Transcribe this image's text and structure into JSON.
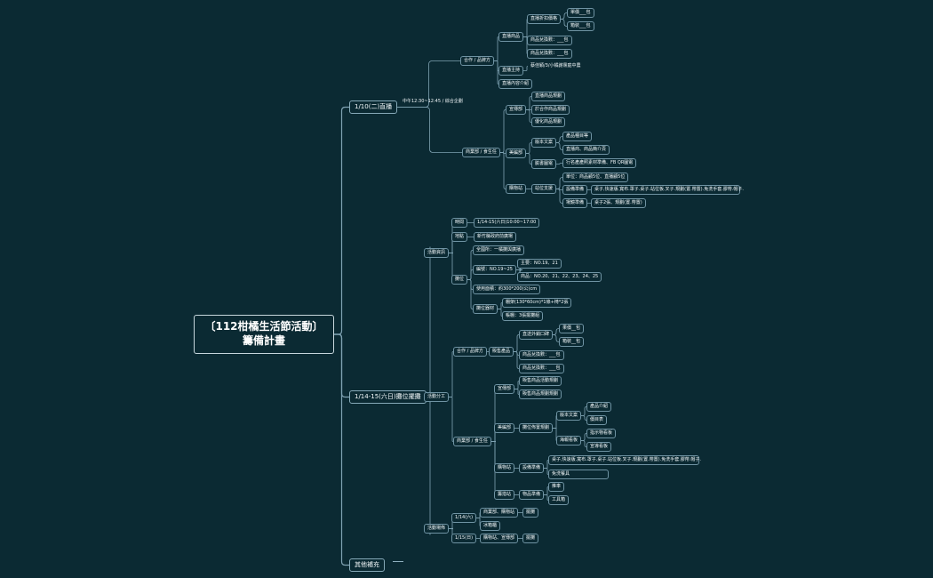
{
  "title": {
    "line1": "〔112柑橘生活節活動〕",
    "line2": "籌備計畫"
  },
  "nodes": [
    {
      "id": "s1",
      "text": "1/10(二)直播",
      "level": 1
    },
    {
      "id": "s1_time",
      "text": "中午12:30~12:45 / 綜合企劃",
      "plain": true
    },
    {
      "id": "n_owner1",
      "text": "合作 / 品牌方"
    },
    {
      "id": "n_live_prod",
      "text": "直播商品"
    },
    {
      "id": "n_price",
      "text": "直播折扣價格"
    },
    {
      "id": "n_p1",
      "text": "單價___包"
    },
    {
      "id": "n_p2",
      "text": "箱裝___包"
    },
    {
      "id": "n_qty",
      "text": "商品兌換數：___包"
    },
    {
      "id": "n_shipping",
      "text": "商品兌換數：___包"
    },
    {
      "id": "n_host",
      "text": "直播主持"
    },
    {
      "id": "n_host_v",
      "text": "蔡佳穎/3/小橘謝霈庭中農",
      "plain": true
    },
    {
      "id": "n_intro",
      "text": "直播內容介紹"
    },
    {
      "id": "n_dept1",
      "text": "商業部 / 食生任"
    },
    {
      "id": "n_wenxuan",
      "text": "宣傳部"
    },
    {
      "id": "n_w1",
      "text": "直播商品規劃"
    },
    {
      "id": "n_w2",
      "text": "於合作商品規劃"
    },
    {
      "id": "n_w3",
      "text": "優化商品規劃"
    },
    {
      "id": "n_fengmei",
      "text": "美編部"
    },
    {
      "id": "n_copy",
      "text": "版本文案"
    },
    {
      "id": "n_c1",
      "text": "產品種目等"
    },
    {
      "id": "n_c2",
      "text": "直播商、商品簡介頁"
    },
    {
      "id": "n_fbpost",
      "text": "臉書圖電"
    },
    {
      "id": "n_fb1",
      "text": "行名產產照素材準備、FB QR圖電"
    },
    {
      "id": "n_shopping",
      "text": "購物站"
    },
    {
      "id": "n_site",
      "text": "站位支援"
    },
    {
      "id": "n_site1",
      "text": "單位：商品顧5位、直播顧5位"
    },
    {
      "id": "n_prep",
      "text": "設備準備"
    },
    {
      "id": "n_prep1",
      "text": "桌子,快速版.寬布.罩子.桌子.站位板.叉子.規劃(置.帶置).免洗手套.膠帶.帽子."
    },
    {
      "id": "n_prep2",
      "text": "場鏡準備"
    },
    {
      "id": "n_prep2a",
      "text": "桌子2張、規劃(置.帶置)"
    },
    {
      "id": "s2",
      "text": "1/14-15(六日)攤位擺攤",
      "level": 1
    },
    {
      "id": "n_meet",
      "text": "活動資訊"
    },
    {
      "id": "n_time",
      "text": "時間"
    },
    {
      "id": "n_time_v",
      "text": "1/14-15(六日)10:00~17:00"
    },
    {
      "id": "n_place",
      "text": "地點"
    },
    {
      "id": "n_place_v",
      "text": "新竹縣政府前廣場"
    },
    {
      "id": "n_booth",
      "text": "攤位"
    },
    {
      "id": "n_b1",
      "text": "全國所：一橘攤與廣播"
    },
    {
      "id": "n_b2",
      "text": "編號：NO.19~25"
    },
    {
      "id": "n_b2a",
      "text": "主要：NO.19、21"
    },
    {
      "id": "n_b2b",
      "text": "商品：NO.20、21、22、23、24、25"
    },
    {
      "id": "n_b3",
      "text": "使用面積：約300*200(公)cm"
    },
    {
      "id": "n_b4",
      "text": "攤位器材"
    },
    {
      "id": "n_b4a",
      "text": "棚架(130*60cm)*1條+椅*2張"
    },
    {
      "id": "n_b4b",
      "text": "帳棚：3張擺攤組"
    },
    {
      "id": "n_work",
      "text": "活動分工"
    },
    {
      "id": "n_owner2",
      "text": "合作 / 品牌方"
    },
    {
      "id": "n_sale",
      "text": "販售產品"
    },
    {
      "id": "n_sale1",
      "text": "直送外銷口碑"
    },
    {
      "id": "n_s1a",
      "text": "果價__包"
    },
    {
      "id": "n_s1b",
      "text": "箱裝__包"
    },
    {
      "id": "n_sale2",
      "text": "商品兌換數：___包"
    },
    {
      "id": "n_sale3",
      "text": "商品兌換數：___包"
    },
    {
      "id": "n_dept2",
      "text": "商業部 / 食生任"
    },
    {
      "id": "n_wx2",
      "text": "宣傳部"
    },
    {
      "id": "n_wx2a",
      "text": "販售商品活動規劃"
    },
    {
      "id": "n_wx2b",
      "text": "販售商品規劃規劃"
    },
    {
      "id": "n_fm2",
      "text": "美編部"
    },
    {
      "id": "n_fm2a",
      "text": "攤位佈置規劃"
    },
    {
      "id": "n_copy2",
      "text": "版本文案"
    },
    {
      "id": "n_copy2a",
      "text": "產品介紹"
    },
    {
      "id": "n_copy2b",
      "text": "價目表"
    },
    {
      "id": "n_poster",
      "text": "海報看板"
    },
    {
      "id": "n_poster1",
      "text": "指示物看板"
    },
    {
      "id": "n_poster2",
      "text": "宣導看板"
    },
    {
      "id": "n_sh2",
      "text": "購物站"
    },
    {
      "id": "n_eq2",
      "text": "設備準備"
    },
    {
      "id": "n_eq2a",
      "text": "桌子,快速版.寬布.罩子.桌子.站位板.叉子.規劃(置.帶置).免洗手套.膠帶.帽子."
    },
    {
      "id": "n_eq2b",
      "text": "免洗餐具"
    },
    {
      "id": "n_gear",
      "text": "籌措站"
    },
    {
      "id": "n_gear1",
      "text": "物品準備"
    },
    {
      "id": "n_gear1a",
      "text": "推車"
    },
    {
      "id": "n_gear1b",
      "text": "工具箱"
    },
    {
      "id": "n_setup",
      "text": "活動場佈"
    },
    {
      "id": "n_d1",
      "text": "1/14(六)"
    },
    {
      "id": "n_d1a",
      "text": "商業部、購物站"
    },
    {
      "id": "n_d1a1",
      "text": "擺攤"
    },
    {
      "id": "n_d1b",
      "text": "冰箱櫃"
    },
    {
      "id": "n_d2",
      "text": "1/15(日)"
    },
    {
      "id": "n_d2a",
      "text": "購物站、宣傳部"
    },
    {
      "id": "n_d2a1",
      "text": "擺攤"
    },
    {
      "id": "s3",
      "text": "其他補充",
      "level": 1
    }
  ]
}
